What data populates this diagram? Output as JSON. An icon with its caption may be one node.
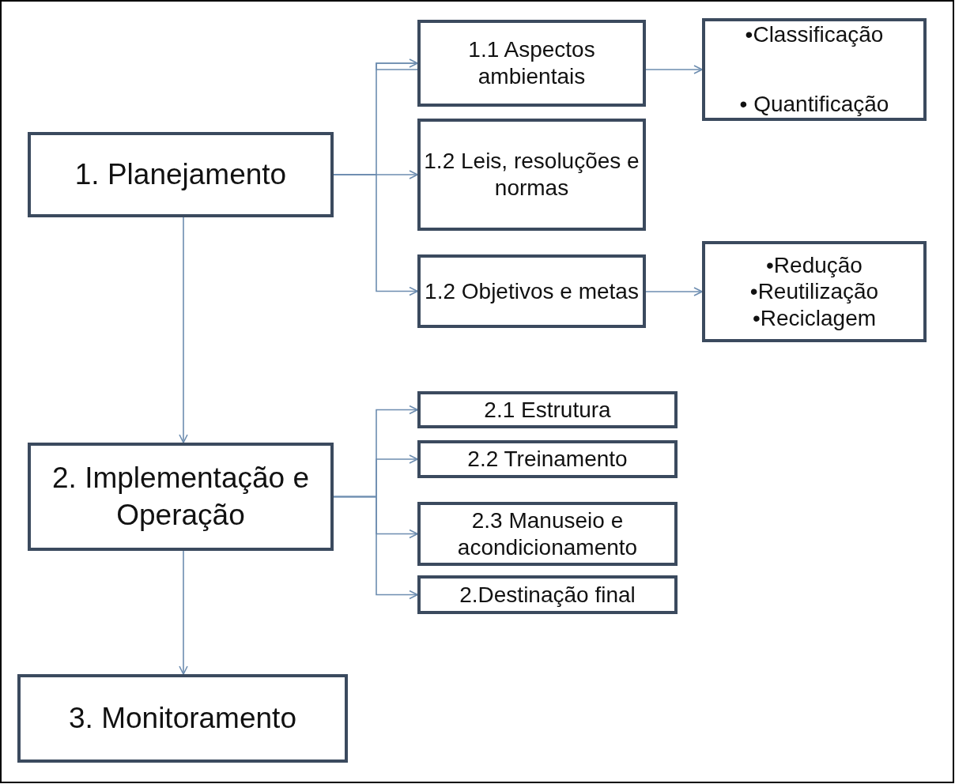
{
  "diagram": {
    "nodes": [
      {
        "text": [
          "1. Planejamento"
        ]
      },
      {
        "text": [
          "1.1 Aspectos ambientais"
        ]
      },
      {
        "text": [
          "1.2 Leis, resoluções e normas"
        ]
      },
      {
        "text": [
          "1.2 Objetivos e metas"
        ]
      },
      {
        "text": [
          "•Classificação",
          "• Quantificação"
        ]
      },
      {
        "text": [
          "•Redução",
          "•Reutilização",
          "•Reciclagem"
        ]
      },
      {
        "text": [
          "2. Implementação e Operação"
        ]
      },
      {
        "text": [
          "2.1 Estrutura"
        ]
      },
      {
        "text": [
          "2.2 Treinamento"
        ]
      },
      {
        "text": [
          "2.3 Manuseio e acondicionamento"
        ]
      },
      {
        "text": [
          "2.Destinação final"
        ]
      },
      {
        "text": [
          "3. Monitoramento"
        ]
      }
    ],
    "edges": [
      {
        "from": 0,
        "to": 1,
        "arrow": "to"
      },
      {
        "from": 0,
        "to": 2,
        "arrow": "to"
      },
      {
        "from": 0,
        "to": 3,
        "arrow": "to"
      },
      {
        "from": 1,
        "to": 4,
        "arrow": "to"
      },
      {
        "from": 3,
        "to": 5,
        "arrow": "to"
      },
      {
        "from": 0,
        "to": 6,
        "arrow": "to"
      },
      {
        "from": 6,
        "to": 7,
        "arrow": "to"
      },
      {
        "from": 6,
        "to": 8,
        "arrow": "to"
      },
      {
        "from": 6,
        "to": 9,
        "arrow": "to"
      },
      {
        "from": 6,
        "to": 10,
        "arrow": "to"
      },
      {
        "from": 6,
        "to": 11,
        "arrow": "to"
      }
    ]
  }
}
